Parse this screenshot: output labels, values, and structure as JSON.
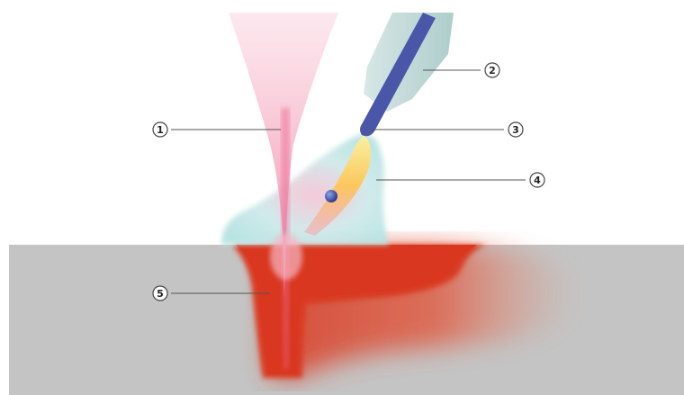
{
  "diagram": {
    "colors": {
      "background": "#ffffff",
      "workpiece": "#c4c4c4",
      "melt": "#d93a22",
      "laser": "#f3a6be",
      "nozzle_body": "#bcd6d5",
      "wire": "#4a57a8",
      "plasma": "#bfe8e6",
      "droplet": "#2c3f9a",
      "callout_line": "#555555"
    },
    "callouts": [
      {
        "id": "1",
        "label": "1"
      },
      {
        "id": "2",
        "label": "2"
      },
      {
        "id": "3",
        "label": "3"
      },
      {
        "id": "4",
        "label": "4"
      },
      {
        "id": "5",
        "label": "5"
      }
    ]
  }
}
